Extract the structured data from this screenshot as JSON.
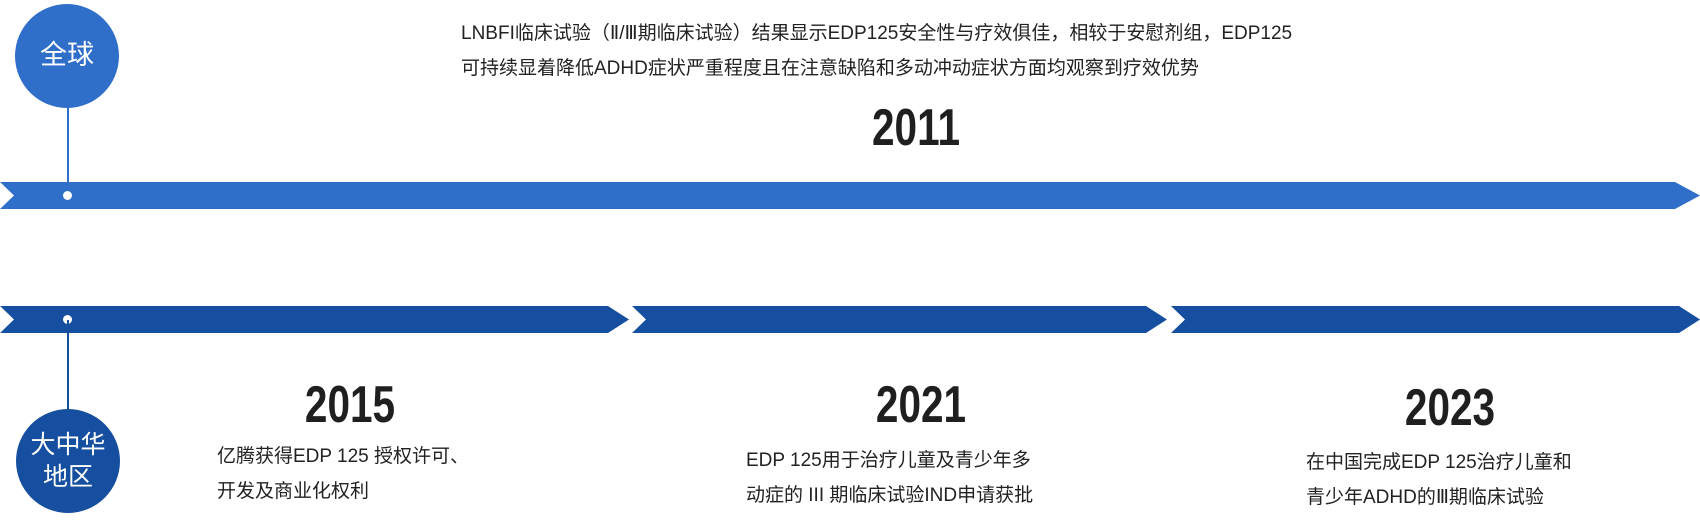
{
  "colors": {
    "global": "#2f6fca",
    "greater_china": "#174fa0"
  },
  "global": {
    "label": "全球",
    "events": [
      {
        "year": "2011",
        "lines": [
          "LNBFI临床试验（Ⅱ/Ⅲ期临床试验）结果显示EDP125安全性与疗效俱佳，相较于安慰剂组，EDP125",
          "可持续显着降低ADHD症状严重程度且在注意缺陷和多动冲动症状方面均观察到疗效优势"
        ]
      }
    ]
  },
  "greater_china": {
    "label_line1": "大中华",
    "label_line2": "地区",
    "events": [
      {
        "year": "2015",
        "lines": [
          "亿腾获得EDP 125 授权许可、",
          "开发及商业化权利"
        ]
      },
      {
        "year": "2021",
        "lines": [
          "EDP 125用于治疗儿童及青少年多",
          "动症的 III 期临床试验IND申请获批"
        ]
      },
      {
        "year": "2023",
        "lines": [
          "在中国完成EDP 125治疗儿童和",
          "青少年ADHD的Ⅲ期临床试验"
        ]
      }
    ]
  }
}
